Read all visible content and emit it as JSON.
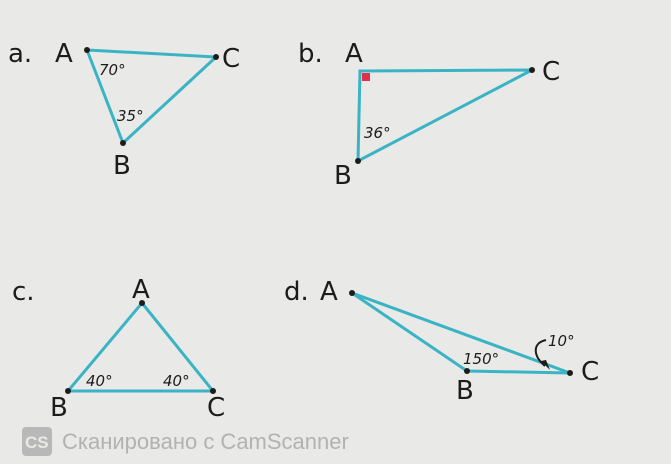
{
  "problems": [
    {
      "label": "a.",
      "vertices": {
        "A": "A",
        "B": "B",
        "C": "C"
      },
      "angles": [
        "70°",
        "35°"
      ]
    },
    {
      "label": "b.",
      "vertices": {
        "A": "A",
        "B": "B",
        "C": "C"
      },
      "angles": [
        "36°"
      ],
      "right_angle_at": "A"
    },
    {
      "label": "c.",
      "vertices": {
        "A": "A",
        "B": "B",
        "C": "C"
      },
      "angles": [
        "40°",
        "40°"
      ]
    },
    {
      "label": "d.",
      "vertices": {
        "A": "A",
        "B": "B",
        "C": "C"
      },
      "angles": [
        "150°",
        "10°"
      ]
    }
  ],
  "watermark": {
    "logo": "CS",
    "text": "Сканировано с CamScanner"
  },
  "colors": {
    "edge": "#3ab4c4",
    "right_angle_mark": "#e0304a",
    "background": "#e9e9e7"
  }
}
